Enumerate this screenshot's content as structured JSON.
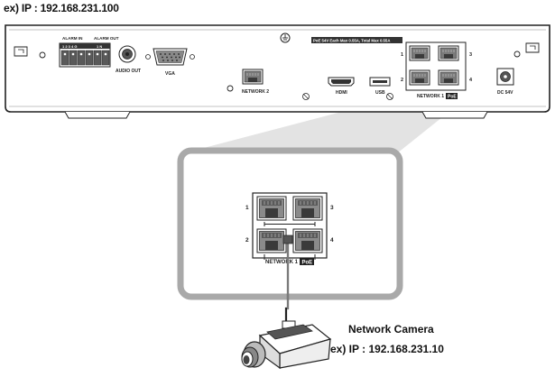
{
  "nvr": {
    "ip_text": "ex) IP : 192.168.231.100",
    "labels": {
      "alarm_in": "ALARM IN",
      "alarm_in_pins": "1 2 3 4 G",
      "alarm_out": "ALARM OUT",
      "alarm_out_pins": "1 N",
      "audio_out": "AUDIO OUT",
      "vga": "VGA",
      "network2": "NETWORK 2",
      "hdmi": "HDMI",
      "usb": "USB",
      "network1": "NETWORK 1",
      "poe": "PoE",
      "poe_spec": "PoE 54V Each Max 0.55A, Total Max 0.55A",
      "dc": "DC 54V"
    },
    "port_numbers": [
      "1",
      "2",
      "3",
      "4"
    ]
  },
  "zoom": {
    "port_numbers": [
      "1",
      "2",
      "3",
      "4"
    ],
    "network1": "NETWORK 1",
    "poe": "PoE"
  },
  "camera": {
    "title": "Network Camera",
    "ip_text": "ex) IP : 192.168.231.10"
  },
  "colors": {
    "outline": "#222222",
    "zoom_frame": "#a9a9a9",
    "zoom_beam": "#e3e3e3",
    "port_fill": "#7a7a7a",
    "port_dark": "#3a3a3a",
    "panel_fill": "#ffffff"
  }
}
